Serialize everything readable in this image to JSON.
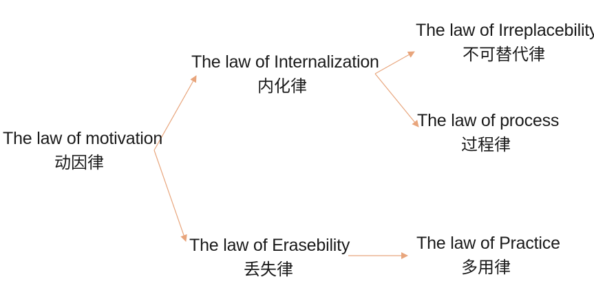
{
  "nodes": {
    "motivation": {
      "en": "The law of motivation",
      "zh": "动因律"
    },
    "internalization": {
      "en": "The law of Internalization",
      "zh": "内化律"
    },
    "erasebility": {
      "en": "The law of Erasebility",
      "zh": "丢失律"
    },
    "irreplacebility": {
      "en": "The law of Irreplacebility",
      "zh": "不可替代律"
    },
    "process": {
      "en": "The law of process",
      "zh": "过程律"
    },
    "practice": {
      "en": "The law of Practice",
      "zh": "多用律"
    }
  },
  "edges": [
    {
      "from": "motivation",
      "to": "internalization"
    },
    {
      "from": "motivation",
      "to": "erasebility"
    },
    {
      "from": "internalization",
      "to": "irreplacebility"
    },
    {
      "from": "internalization",
      "to": "process"
    },
    {
      "from": "erasebility",
      "to": "practice"
    }
  ],
  "colors": {
    "arrow": "#e8a57c",
    "text": "#1a1a1a"
  }
}
